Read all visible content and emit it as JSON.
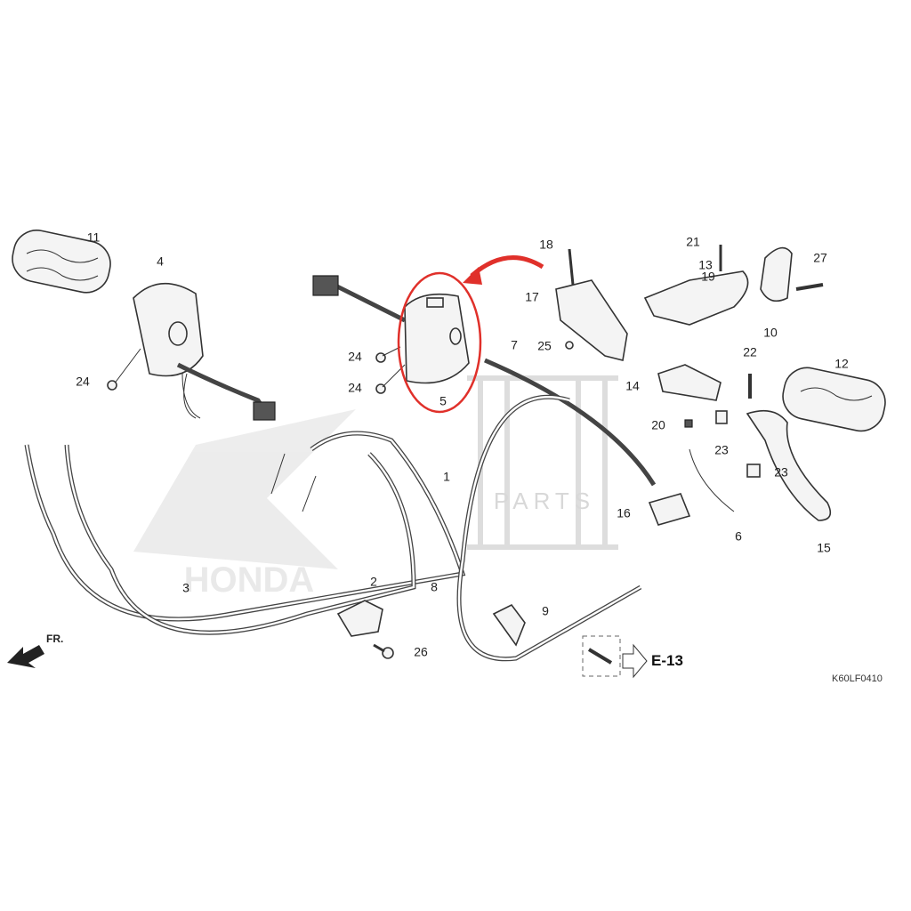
{
  "diagram": {
    "part_labels": [
      "11",
      "4",
      "24",
      "24",
      "24",
      "5",
      "18",
      "17",
      "25",
      "7",
      "21",
      "13",
      "19",
      "27",
      "10",
      "22",
      "12",
      "14",
      "20",
      "23",
      "23",
      "1",
      "6",
      "16",
      "15",
      "3",
      "2",
      "8",
      "9",
      "26"
    ],
    "reference": "E-13",
    "direction_label": "FR.",
    "diagram_code": "K60LF0410",
    "watermark_text": "PARTS",
    "watermark_brand": "HONDA",
    "highlight_color": "#e0302a"
  }
}
